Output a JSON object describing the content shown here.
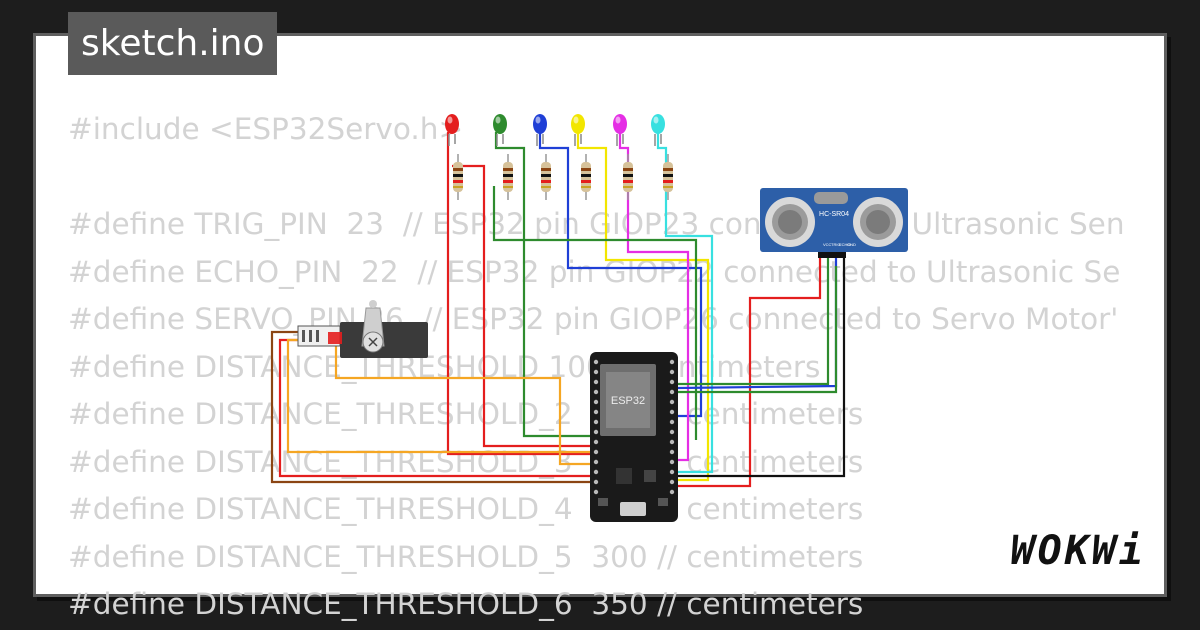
{
  "title": "sketch.ino",
  "code_lines": [
    "#include <ESP32Servo.h>",
    "",
    "#define TRIG_PIN  23  // ESP32 pin GIOP23 connected to Ultrasonic Sen",
    "#define ECHO_PIN  22  // ESP32 pin GIOP22 connected to Ultrasonic Se",
    "#define SERVO_PIN 26  // ESP32 pin GIOP26 connected to Servo Motor'",
    "#define DISTANCE_THRESHOLD 100 // centimeters",
    "#define DISTANCE_THRESHOLD_2  150 // centimeters",
    "#define DISTANCE_THRESHOLD_3  200 // centimeters",
    "#define DISTANCE_THRESHOLD_4  250 // centimeters",
    "#define DISTANCE_THRESHOLD_5  300 // centimeters",
    "#define DISTANCE_THRESHOLD_6  350 // centimeters"
  ],
  "components": {
    "mcu_label": "ESP32",
    "sensor_label": "HC-SR04",
    "sensor_pins": [
      "VCC",
      "TRIG",
      "ECHO",
      "GND"
    ]
  },
  "led_colors": [
    "#e41e1e",
    "#2e8b2e",
    "#1f3fd6",
    "#f2e600",
    "#e52ee5",
    "#38e0e0"
  ],
  "brand": "WOKWi"
}
